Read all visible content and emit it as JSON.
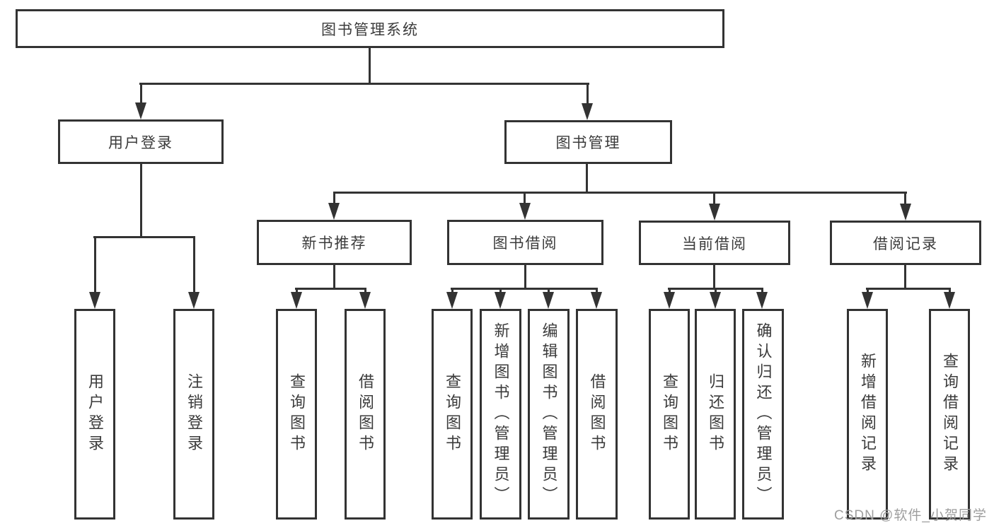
{
  "colors": {
    "line": "#333333",
    "text": "#3b3b3b",
    "background": "#ffffff",
    "watermark": "#9e9e9e"
  },
  "nodes": {
    "root": "图书管理系统",
    "user_login": "用户登录",
    "book_management": "图书管理",
    "new_book_recommend": "新书推荐",
    "book_borrow": "图书借阅",
    "current_borrow": "当前借阅",
    "borrow_records": "借阅记录",
    "leaf_user_login": "用户登录",
    "leaf_logout": "注销登录",
    "leaf_query_books_recommend": "查询图书",
    "leaf_borrow_books_recommend": "借阅图书",
    "leaf_query_books_borrow": "查询图书",
    "leaf_add_book_admin": "新增图书（管理员）",
    "leaf_edit_book_admin": "编辑图书（管理员）",
    "leaf_borrow_books_borrow": "借阅图书",
    "leaf_query_books_current": "查询图书",
    "leaf_return_books": "归还图书",
    "leaf_confirm_return_admin": "确认归还（管理员）",
    "leaf_add_borrow_record": "新增借阅记录",
    "leaf_query_borrow_record": "查询借阅记录"
  },
  "watermark": "CSDN @软件_小贺同学"
}
